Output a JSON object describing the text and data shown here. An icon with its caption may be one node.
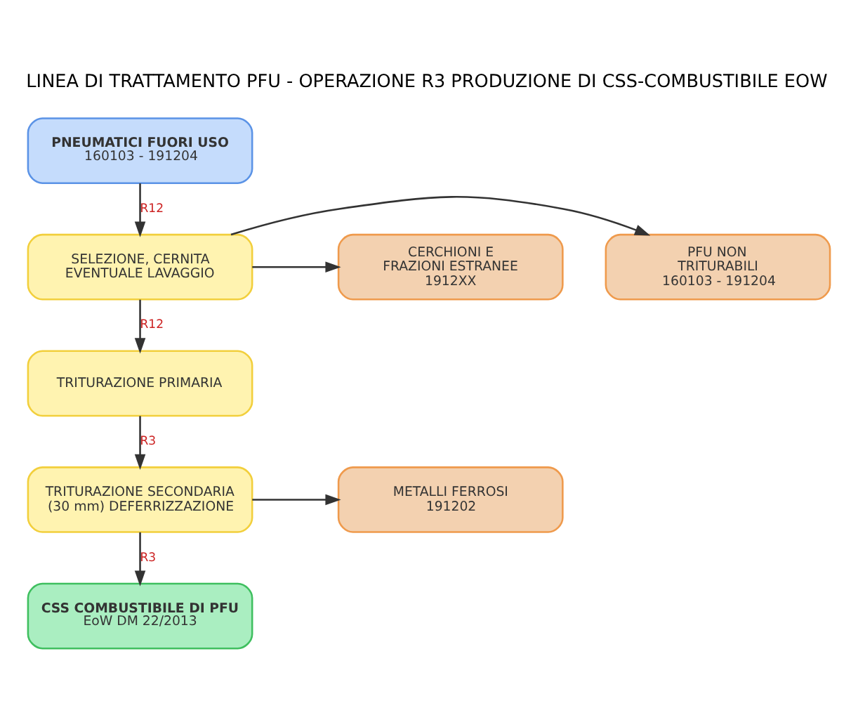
{
  "diagram": {
    "title": "LINEA DI TRATTAMENTO PFU - OPERAZIONE R3 PRODUZIONE DI CSS-COMBUSTIBILE EOW",
    "nodes": [
      {
        "text": [
          "PNEUMATICI FUORI USO",
          "160103 - 191204"
        ]
      },
      {
        "text": [
          "SELEZIONE, CERNITA EVENTUALE LAVAGGIO"
        ]
      },
      {
        "text": [
          "CERCHIONI E FRAZIONI ESTRANEE",
          "1912XX"
        ]
      },
      {
        "text": [
          "PFU NON TRITURABILI",
          "160103 - 191204"
        ]
      },
      {
        "text": [
          "TRITURAZIONE PRIMARIA"
        ]
      },
      {
        "text": [
          "TRITURAZIONE SECONDARIA (30 mm) DEFERRIZZAZIONE"
        ]
      },
      {
        "text": [
          "METALLI FERROSI",
          "191202"
        ]
      },
      {
        "text": [
          "CSS COMBUSTIBILE DI PFU",
          "EoW DM 22/2013"
        ]
      }
    ],
    "edges": [
      {
        "from": 0,
        "to": 1,
        "arrow": "to",
        "label": "R12"
      },
      {
        "from": 1,
        "to": 2,
        "arrow": "to"
      },
      {
        "from": 1,
        "to": 3,
        "arrow": "to"
      },
      {
        "from": 1,
        "to": 4,
        "arrow": "to",
        "label": "R12"
      },
      {
        "from": 4,
        "to": 5,
        "arrow": "to",
        "label": "R3"
      },
      {
        "from": 5,
        "to": 6,
        "arrow": "to"
      },
      {
        "from": 5,
        "to": 7,
        "arrow": "to",
        "label": "R3"
      }
    ]
  }
}
